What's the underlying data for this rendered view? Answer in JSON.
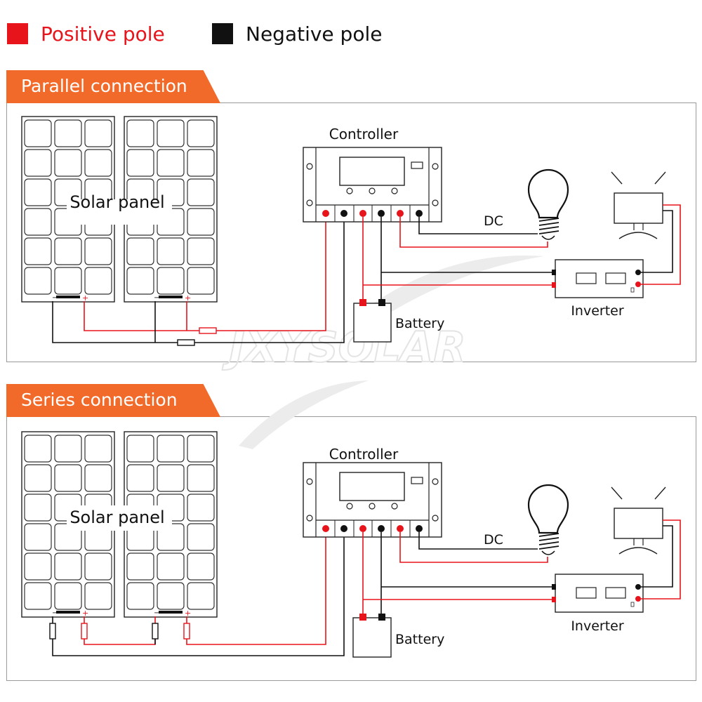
{
  "legend": {
    "positive_label": "Positive pole",
    "negative_label": "Negative pole",
    "positive_color": "#e8141c",
    "negative_color": "#111111"
  },
  "watermark": "JXYSOLAR",
  "sections": [
    {
      "title": "Parallel connection",
      "solar_panel_label": "Solar panel",
      "controller_label": "Controller",
      "dc_label": "DC",
      "battery_label": "Battery",
      "inverter_label": "Inverter",
      "minus_sign": "−",
      "plus_sign": "+"
    },
    {
      "title": "Series connection",
      "solar_panel_label": "Solar panel",
      "controller_label": "Controller",
      "dc_label": "DC",
      "battery_label": "Battery",
      "inverter_label": "Inverter",
      "minus_sign": "−",
      "plus_sign": "+"
    }
  ]
}
